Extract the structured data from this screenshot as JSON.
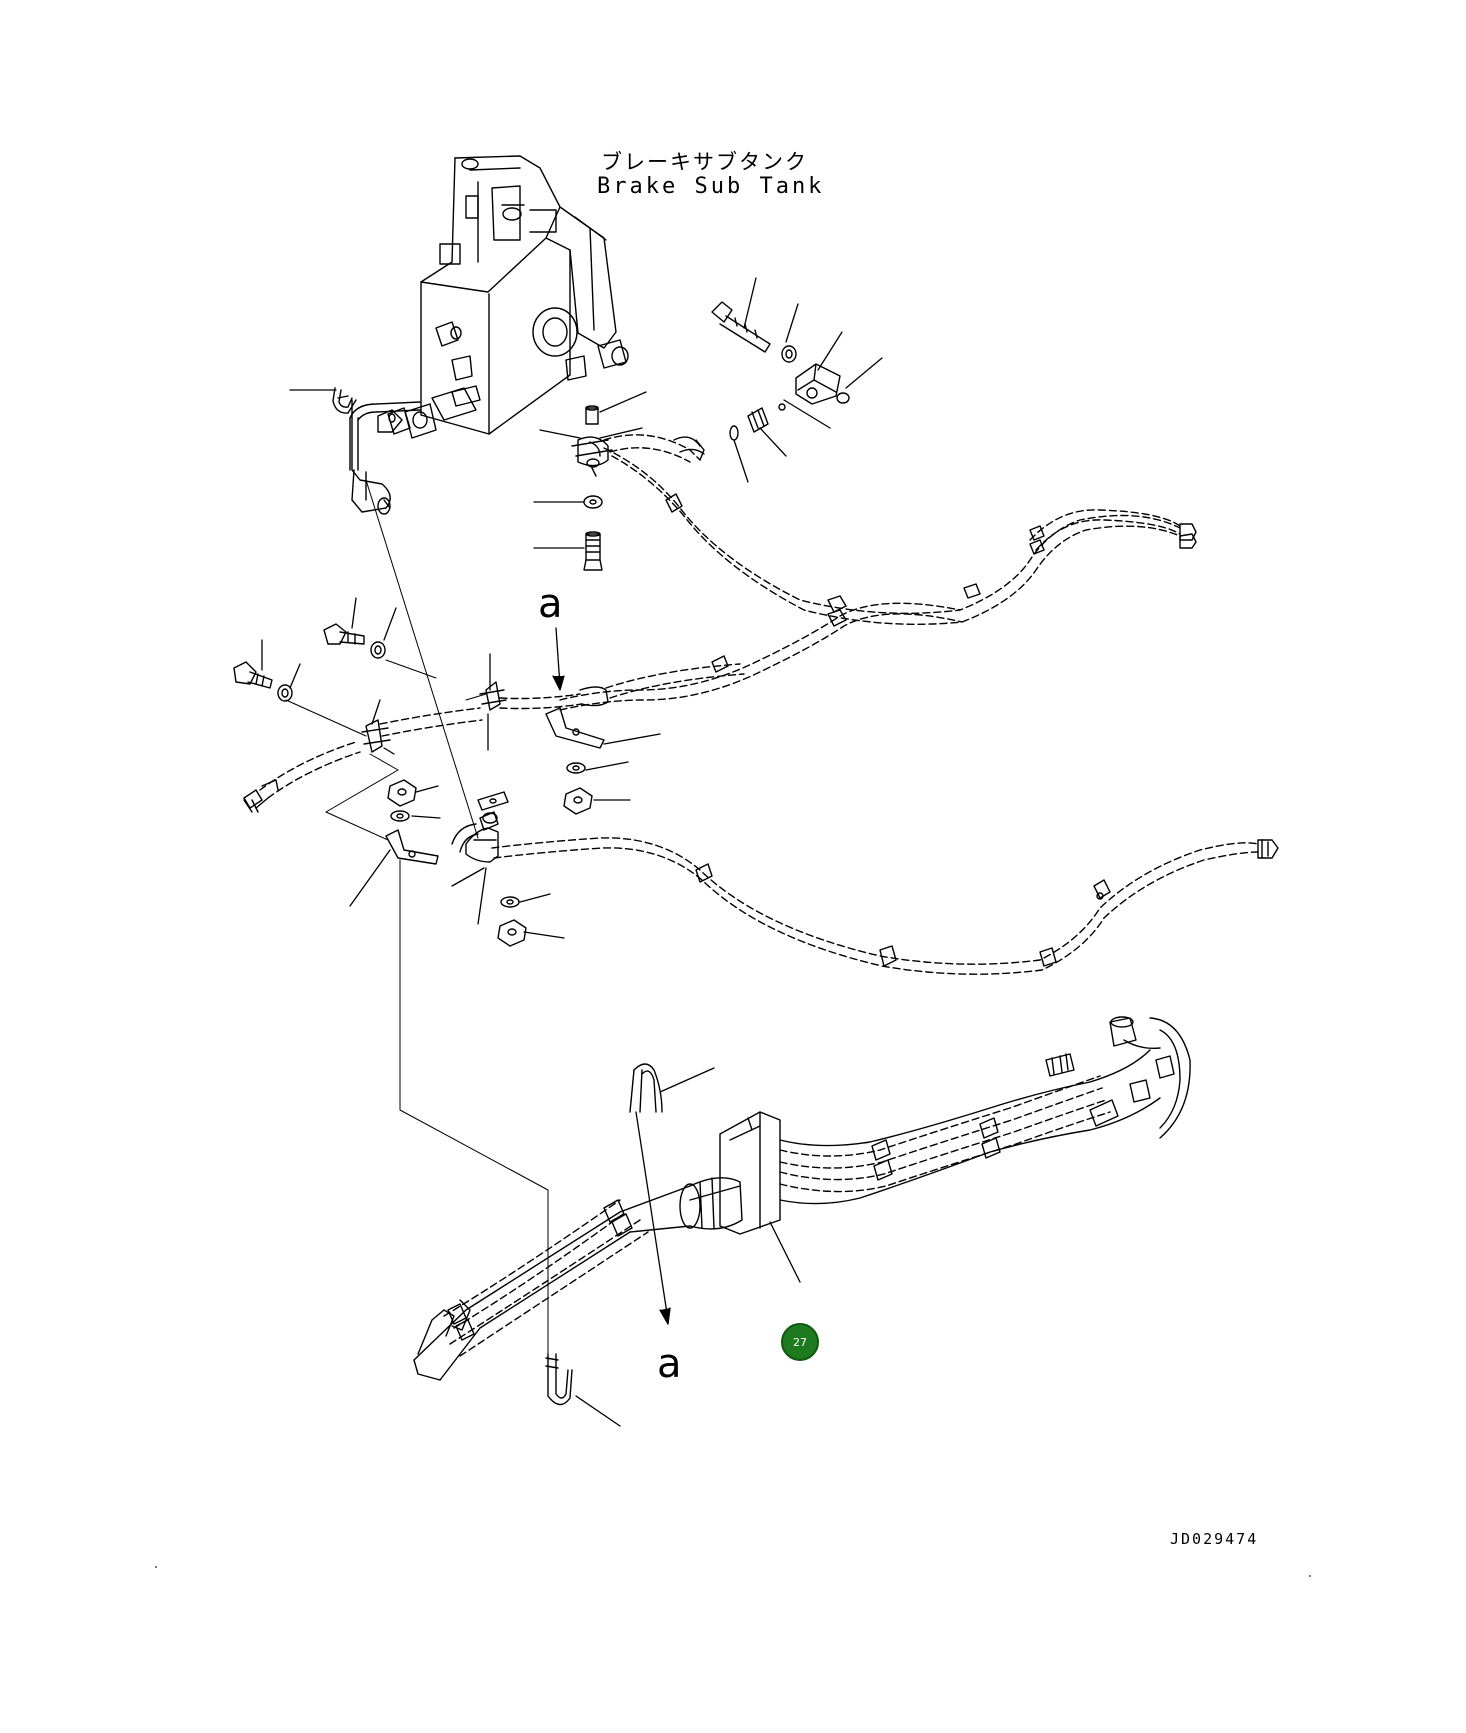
{
  "diagram": {
    "component_label_jp": "ブレーキサブタンク",
    "component_label_en": "Brake Sub Tank",
    "view_marker_top": "a",
    "view_marker_bottom": "a",
    "drawing_id": "JD029474",
    "callout_badge": "27",
    "badge_color": "#1e7a1e",
    "line_color": "#000000"
  }
}
